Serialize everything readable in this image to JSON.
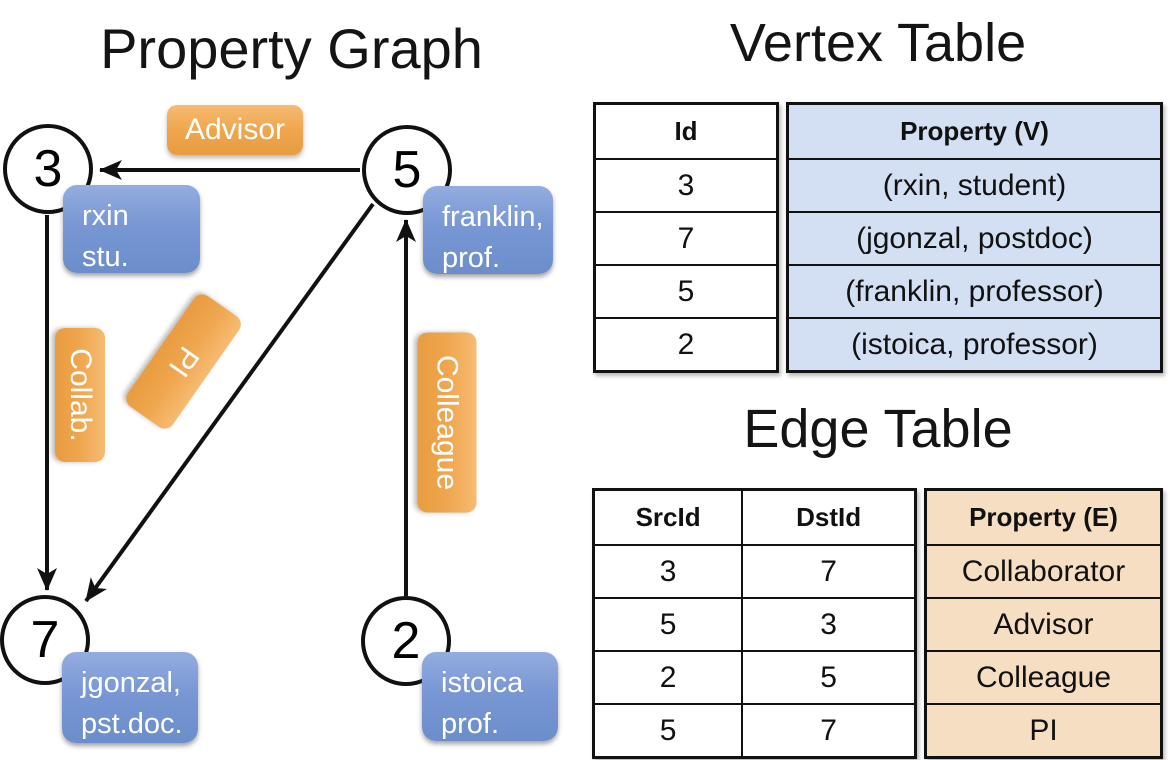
{
  "graph": {
    "title": "Property Graph",
    "nodes": [
      {
        "id": "3",
        "prop_line1": "rxin",
        "prop_line2": "stu."
      },
      {
        "id": "5",
        "prop_line1": "franklin,",
        "prop_line2": "prof."
      },
      {
        "id": "7",
        "prop_line1": "jgonzal,",
        "prop_line2": "pst.doc."
      },
      {
        "id": "2",
        "prop_line1": "istoica",
        "prop_line2": "prof."
      }
    ],
    "edge_labels": {
      "advisor": "Advisor",
      "collab": "Collab.",
      "pi": "PI",
      "colleague": "Colleague"
    },
    "edges": [
      {
        "from": "5",
        "to": "3",
        "label": "Advisor"
      },
      {
        "from": "3",
        "to": "7",
        "label": "Collab."
      },
      {
        "from": "5",
        "to": "7",
        "label": "PI"
      },
      {
        "from": "2",
        "to": "5",
        "label": "Colleague"
      }
    ]
  },
  "vertex_table": {
    "title": "Vertex Table",
    "columns": {
      "id": "Id",
      "property": "Property (V)"
    },
    "rows": [
      {
        "id": "3",
        "property": "(rxin, student)"
      },
      {
        "id": "7",
        "property": "(jgonzal, postdoc)"
      },
      {
        "id": "5",
        "property": "(franklin, professor)"
      },
      {
        "id": "2",
        "property": "(istoica, professor)"
      }
    ]
  },
  "edge_table": {
    "title": "Edge Table",
    "columns": {
      "src": "SrcId",
      "dst": "DstId",
      "property": "Property (E)"
    },
    "rows": [
      {
        "src": "3",
        "dst": "7",
        "property": "Collaborator"
      },
      {
        "src": "5",
        "dst": "3",
        "property": "Advisor"
      },
      {
        "src": "2",
        "dst": "5",
        "property": "Colleague"
      },
      {
        "src": "5",
        "dst": "7",
        "property": "PI"
      }
    ]
  },
  "colors": {
    "edge_label_orange": "#efa64e",
    "vertex_box_blue": "#7897d4",
    "vertex_table_fill": "#d3dff3",
    "edge_table_fill": "#f6dec2",
    "line_black": "#111111",
    "node_fill": "#ffffff",
    "label_text": "#ffffff"
  }
}
